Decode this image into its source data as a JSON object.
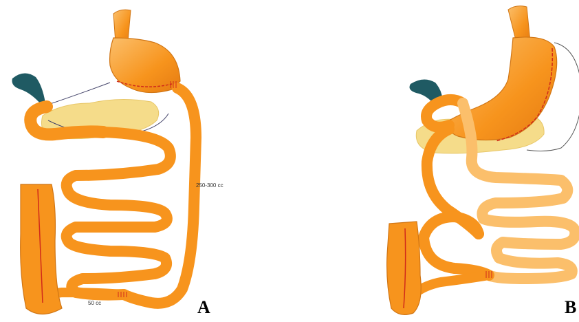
{
  "panels": [
    {
      "label": "A",
      "annotations": {
        "limb_volume": "250-300 cc",
        "common_channel": "50 cc"
      }
    },
    {
      "label": "B"
    }
  ],
  "colors": {
    "bowel": "#f7941d",
    "bowel_light": "#fbbf6b",
    "bowel_dark": "#c85f10",
    "pancreas": "#f5dc8a",
    "gallbladder": "#1f5a63",
    "staple_line": "#d12a1a"
  }
}
